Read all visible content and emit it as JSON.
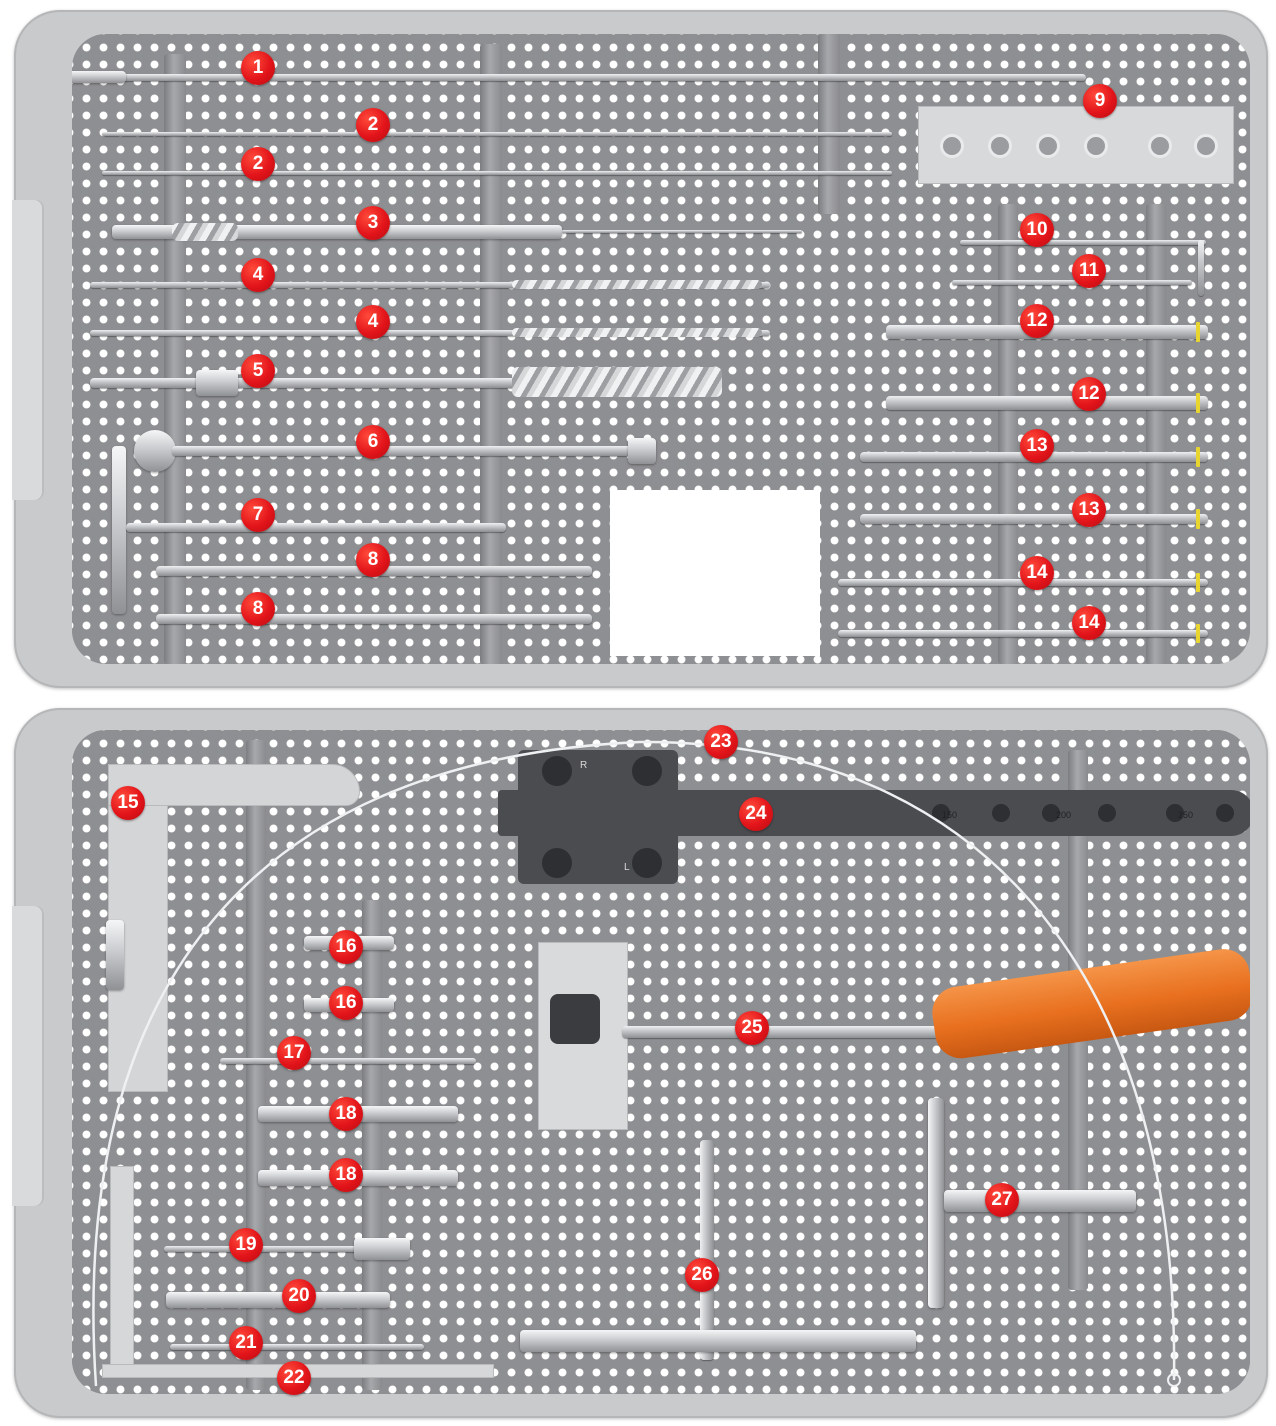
{
  "colors": {
    "badge": "#e2141a",
    "badge_text": "#ffffff",
    "tray": "#c9cacc",
    "tray_floor": "#8f9093",
    "handle": "#e8701f",
    "ring": "#e8d530",
    "block": "#4b4c50"
  },
  "top_tray": {
    "labels": [
      "1",
      "2",
      "2",
      "3",
      "4",
      "4",
      "5",
      "6",
      "7",
      "8",
      "8",
      "9",
      "10",
      "11",
      "12",
      "12",
      "13",
      "13",
      "14",
      "14"
    ]
  },
  "bottom_tray": {
    "labels": [
      "15",
      "16",
      "16",
      "17",
      "18",
      "18",
      "19",
      "20",
      "21",
      "22",
      "23",
      "24",
      "25",
      "26",
      "27"
    ]
  },
  "block_24": {
    "scale": [
      "150",
      "200",
      "250"
    ],
    "letters": [
      "R",
      "L"
    ]
  }
}
